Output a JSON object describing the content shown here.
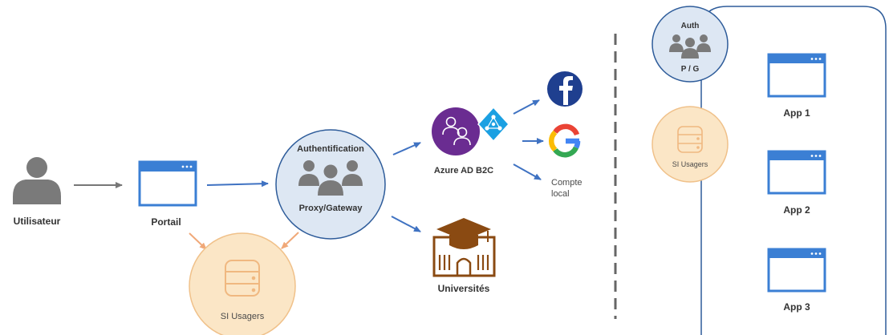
{
  "nodes": {
    "user": {
      "label": "Utilisateur"
    },
    "portal": {
      "label": "Portail"
    },
    "si_usagers_left": {
      "label": "SI Usagers"
    },
    "auth_proxy": {
      "top_label": "Authentification",
      "bottom_label": "Proxy/Gateway"
    },
    "azure": {
      "label": "Azure AD B2C"
    },
    "local_account": {
      "line1": "Compte",
      "line2": "local"
    },
    "universities": {
      "label": "Universités"
    },
    "auth_pg_right": {
      "top_label": "Auth",
      "bottom_label": "P / G"
    },
    "si_usagers_right": {
      "label": "SI Usagers"
    },
    "app1": {
      "label": "App 1"
    },
    "app2": {
      "label": "App 2"
    },
    "app3": {
      "label": "App 3"
    }
  },
  "colors": {
    "window_blue": "#3b7fd4",
    "arrow_blue": "#3f72c2",
    "arrow_grey": "#777777",
    "arrow_orange": "#f0a878",
    "circle_blue_fill": "#dde7f3",
    "circle_blue_stroke": "#2e5c9a",
    "circle_orange_fill": "#fbe6c6",
    "circle_orange_stroke": "#f0c18a",
    "people_grey": "#7a7a7a",
    "azure_purple": "#6a2c91",
    "azure_diamond": "#1ba0e2",
    "facebook_blue": "#1f3f8f",
    "university_brown": "#8a4a12"
  },
  "icons": [
    "user-icon",
    "window-icon",
    "database-icon",
    "people-group-icon",
    "azure-ad-b2c-icon",
    "facebook-icon",
    "google-icon",
    "university-icon"
  ]
}
